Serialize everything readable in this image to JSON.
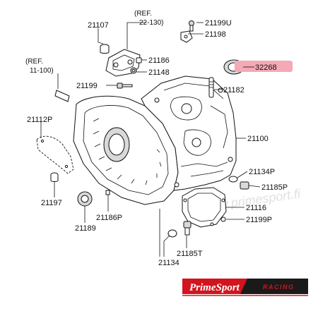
{
  "diagram": {
    "labels": {
      "p21107": "21107",
      "ref_22_130_a": "(REF.",
      "ref_22_130_b": "22-130)",
      "p21199U": "21199U",
      "p21198": "21198",
      "p32268": "32268",
      "ref_11_100_a": "(REF.",
      "ref_11_100_b": "11-100)",
      "p21186": "21186",
      "p21148": "21148",
      "p21199": "21199",
      "p21182": "21182",
      "p21112P": "21112P",
      "p21100": "21100",
      "p21134P": "21134P",
      "p21185P": "21185P",
      "p21116": "21116",
      "p21199P": "21199P",
      "p21197": "21197",
      "p21186P": "21186P",
      "p21189": "21189",
      "p21185T": "21185T",
      "p21134": "21134"
    },
    "watermark": "www.primesport.fi",
    "highlight_color": "#f4a9b5"
  },
  "logo": {
    "name": "PrimeSport",
    "tag": "RACING",
    "colors": {
      "red": "#d2141e",
      "dark": "#1a1a1a",
      "white": "#ffffff"
    }
  }
}
